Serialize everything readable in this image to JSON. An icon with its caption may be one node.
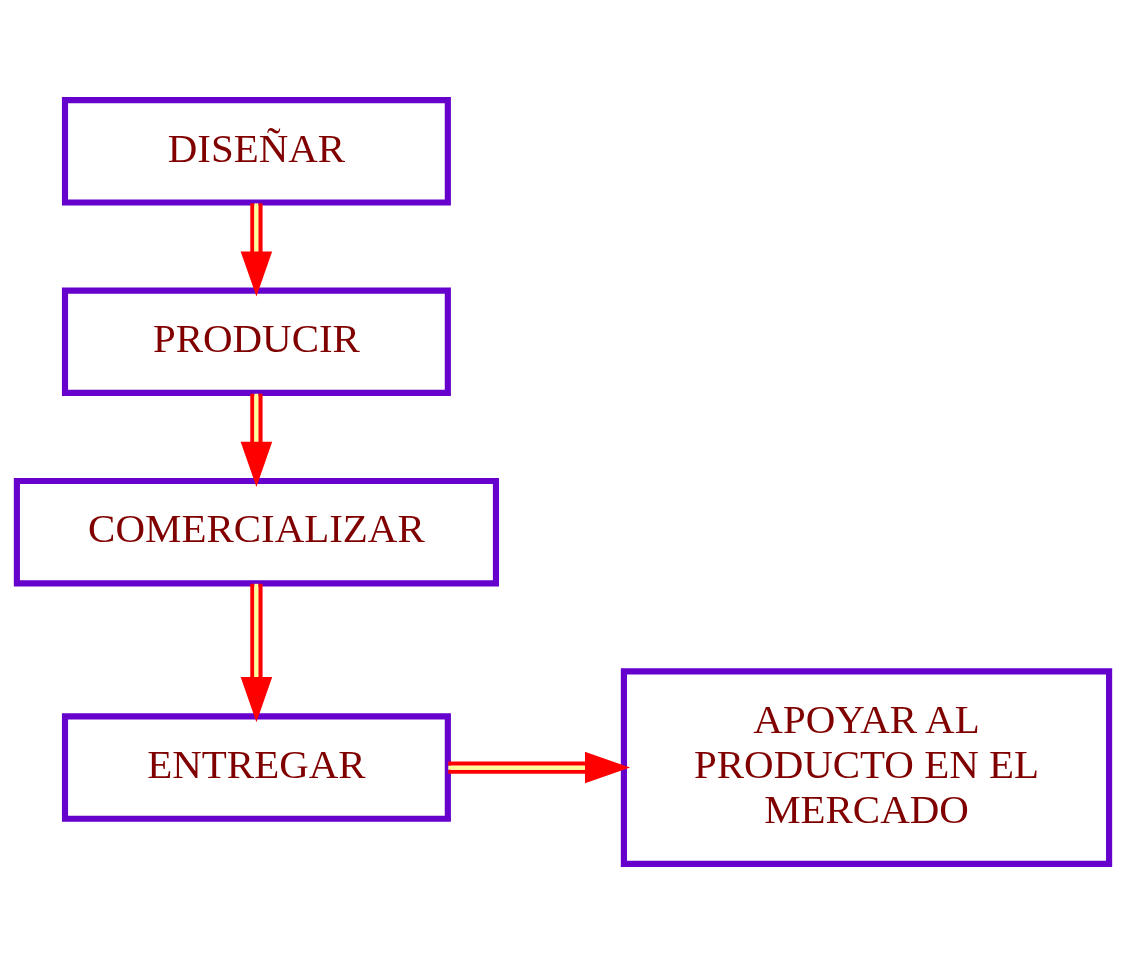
{
  "diagram": {
    "nodes": [
      {
        "text": [
          "DISEÑAR"
        ]
      },
      {
        "text": [
          "PRODUCIR"
        ]
      },
      {
        "text": [
          "COMERCIALIZAR"
        ]
      },
      {
        "text": [
          "ENTREGAR"
        ]
      },
      {
        "text": [
          "APOYAR AL PRODUCTO EN EL MERCADO"
        ]
      }
    ],
    "edges": [
      {
        "from": 0,
        "to": 1,
        "arrow": "to"
      },
      {
        "from": 1,
        "to": 2,
        "arrow": "to"
      },
      {
        "from": 2,
        "to": 3,
        "arrow": "to"
      },
      {
        "from": 3,
        "to": 4,
        "arrow": "to"
      }
    ]
  }
}
